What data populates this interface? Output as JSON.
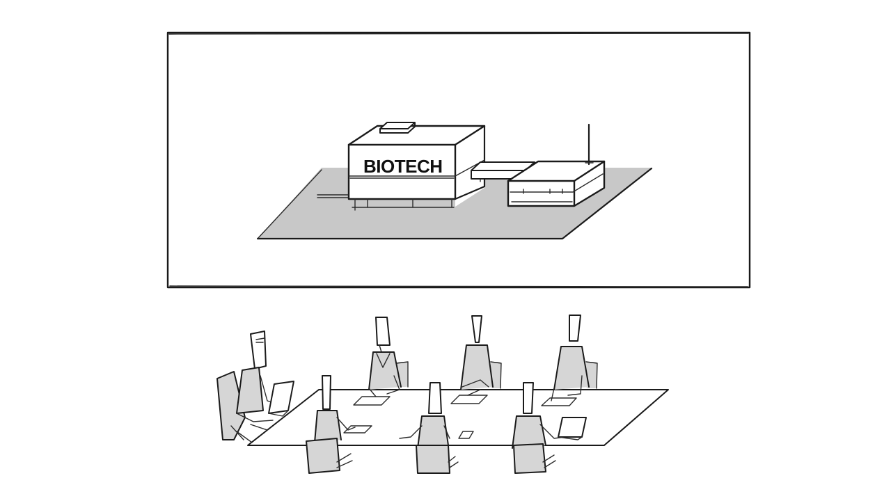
{
  "screen": {
    "building_sign": "BIOTECH"
  },
  "meeting": {
    "people_count": 7,
    "laptop_count": 2
  },
  "colors": {
    "ink": "#1a1a1a",
    "fill_gray": "#c8c8c8",
    "background": "#ffffff"
  }
}
